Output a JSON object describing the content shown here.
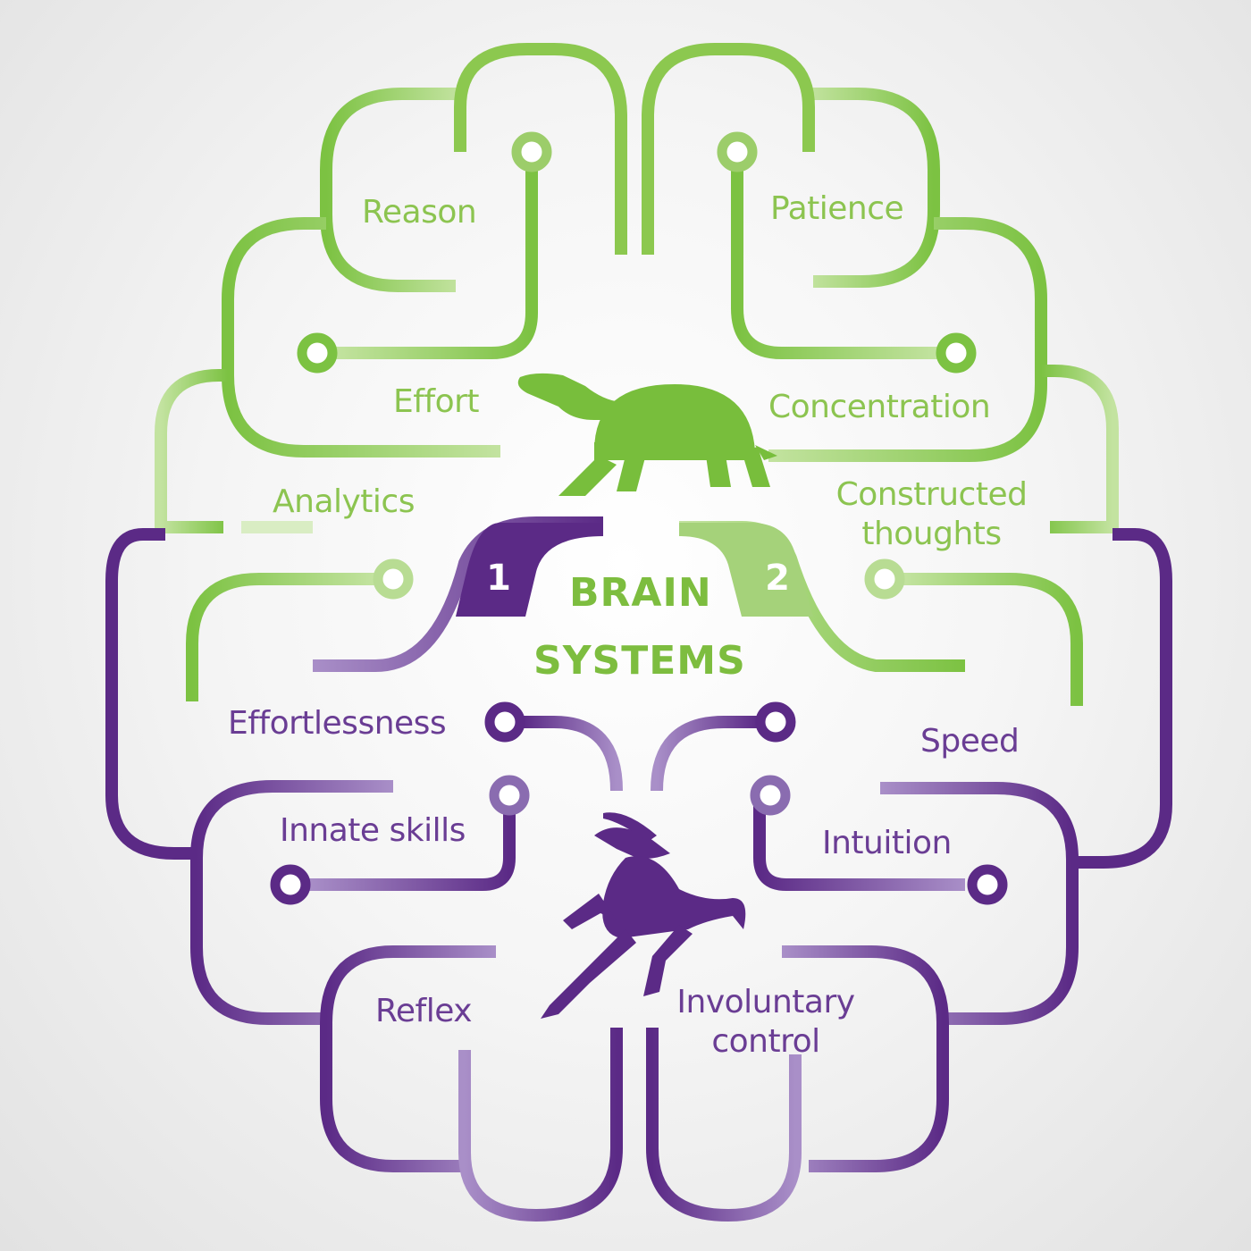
{
  "title": {
    "line1": "BRAIN",
    "line2": "SYSTEMS"
  },
  "badges": {
    "system1": "1",
    "system2": "2"
  },
  "system2_traits": {
    "reason": "Reason",
    "patience": "Patience",
    "effort": "Effort",
    "concentration": "Concentration",
    "analytics": "Analytics",
    "constructed_thoughts": "Constructed thoughts"
  },
  "system1_traits": {
    "effortlessness": "Effortlessness",
    "speed": "Speed",
    "innate_skills": "Innate skills",
    "intuition": "Intuition",
    "reflex": "Reflex",
    "involuntary_control": "Involuntary control"
  },
  "icons": {
    "system2": "turtle-icon",
    "system1": "hare-icon"
  },
  "colors": {
    "green_dark": "#7cc242",
    "green_light": "#bfe09a",
    "purple_dark": "#5b2a86",
    "purple_light": "#a78cc6",
    "background": "#f2f2f2"
  }
}
